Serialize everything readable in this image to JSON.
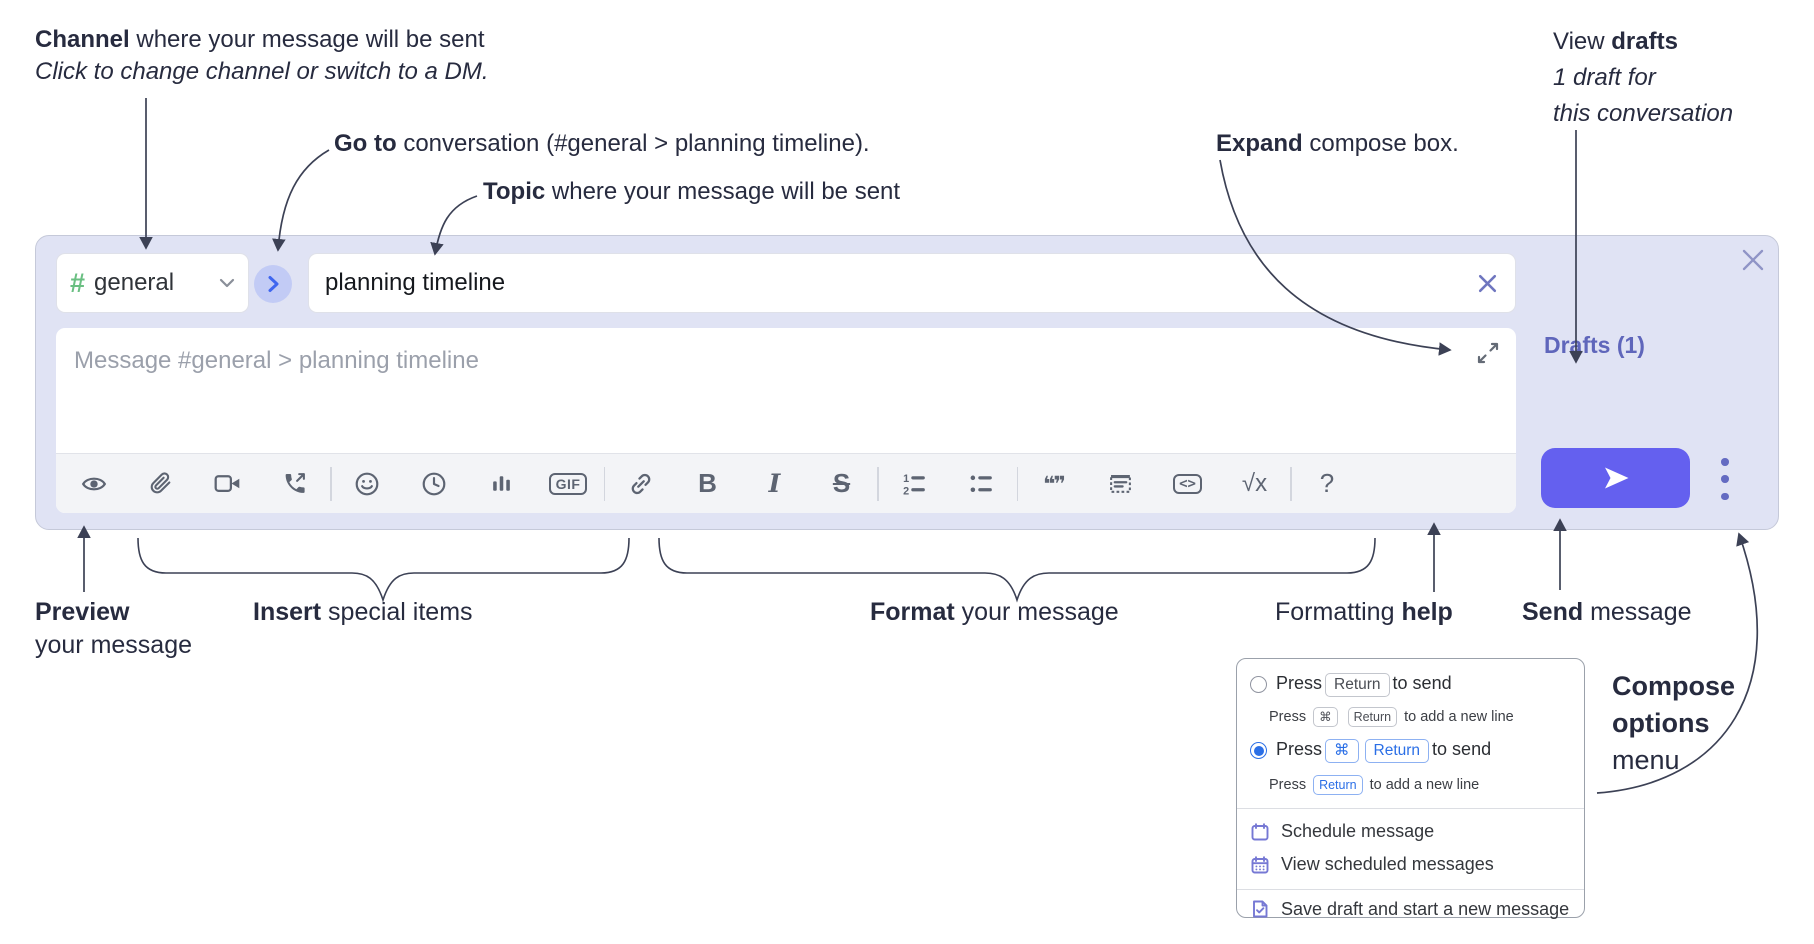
{
  "colors": {
    "compose_background": "#e0e3f4",
    "send_button": "#6460ef",
    "link_purple": "#5f66bb",
    "radio_blue": "#2b6fe6",
    "channel_green": "#6abf82"
  },
  "annotations": {
    "channel_line1_bold": "Channel",
    "channel_line1_rest": " where your message will be sent",
    "channel_line2_italic": "Click to change channel or switch to a DM.",
    "goto_bold": "Go to",
    "goto_rest": " conversation (#general > planning timeline).",
    "topic_bold": "Topic",
    "topic_rest": " where your message will be sent",
    "expand_bold": "Expand",
    "expand_rest": " compose box.",
    "drafts_pre": "View ",
    "drafts_bold": "drafts",
    "drafts_italic_line1": "1 draft for",
    "drafts_italic_line2": "this conversation",
    "preview_bold": "Preview",
    "preview_line2": "your message",
    "insert_bold": "Insert",
    "insert_rest": " special items",
    "format_bold": "Format",
    "format_rest": " your message",
    "help_pre": "Formatting ",
    "help_bold": "help",
    "send_bold": "Send",
    "send_rest": " message",
    "compose_line1": "Compose",
    "compose_line2": "options",
    "compose_line3": "menu"
  },
  "compose": {
    "channel_hash": "#",
    "channel_name": "general",
    "topic_value": "planning timeline",
    "message_placeholder": "Message #general > planning timeline",
    "drafts_link": "Drafts (1)",
    "toolbar": {
      "gif_label": "GIF",
      "bold_label": "B",
      "italic_label": "I",
      "strike_label": "S",
      "quote_glyph": "❝❞",
      "code_glyph": "<>",
      "math_label": "√x",
      "help_label": "?"
    }
  },
  "popup": {
    "opt1": {
      "press": "Press",
      "kbd": "Return",
      "to_send": "to send",
      "sub_press": "Press",
      "sub_kbd1": "⌘",
      "sub_kbd2": "Return",
      "sub_rest": "to add a new line"
    },
    "opt2": {
      "press": "Press",
      "kbd1": "⌘",
      "kbd2": "Return",
      "to_send": "to send",
      "sub_press": "Press",
      "sub_kbd": "Return",
      "sub_rest": "to add a new line"
    },
    "item_schedule": "Schedule message",
    "item_view_scheduled": "View scheduled messages",
    "item_save_draft": "Save draft and start a new message"
  }
}
